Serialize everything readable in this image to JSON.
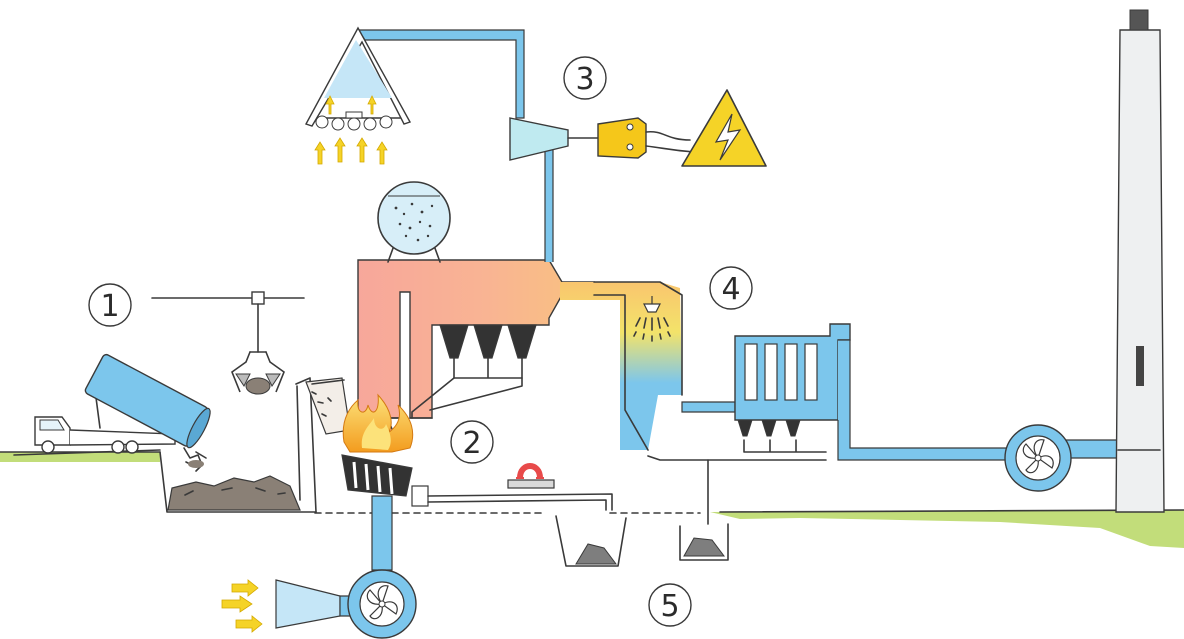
{
  "diagram": {
    "steps": [
      {
        "id": "1",
        "label": "1"
      },
      {
        "id": "2",
        "label": "2"
      },
      {
        "id": "3",
        "label": "3"
      },
      {
        "id": "4",
        "label": "4"
      },
      {
        "id": "5",
        "label": "5"
      }
    ],
    "colors": {
      "water_blue": "#7cc6ec",
      "flue_red": "#f7a79b",
      "flue_orange": "#f9c27e",
      "flue_yellow": "#f6e36a",
      "steam_cyan": "#bfeaf0",
      "generator_yellow": "#f5c71a",
      "grass_green": "#c2dd7a",
      "fire_orange": "#f39c1f",
      "hopper_dark": "#333333",
      "stack_grey": "#eef0f1"
    },
    "icons": [
      "truck-icon",
      "grab-crane-icon",
      "waste-pile-icon",
      "fire-icon",
      "steam-drum-icon",
      "turbine-icon",
      "generator-icon",
      "high-voltage-icon",
      "condenser-icon",
      "spray-nozzle-icon",
      "electrostatic-filter-icon",
      "fan-icon",
      "magnet-icon",
      "ash-pile-icon",
      "chimney-icon",
      "air-intake-icon"
    ]
  }
}
